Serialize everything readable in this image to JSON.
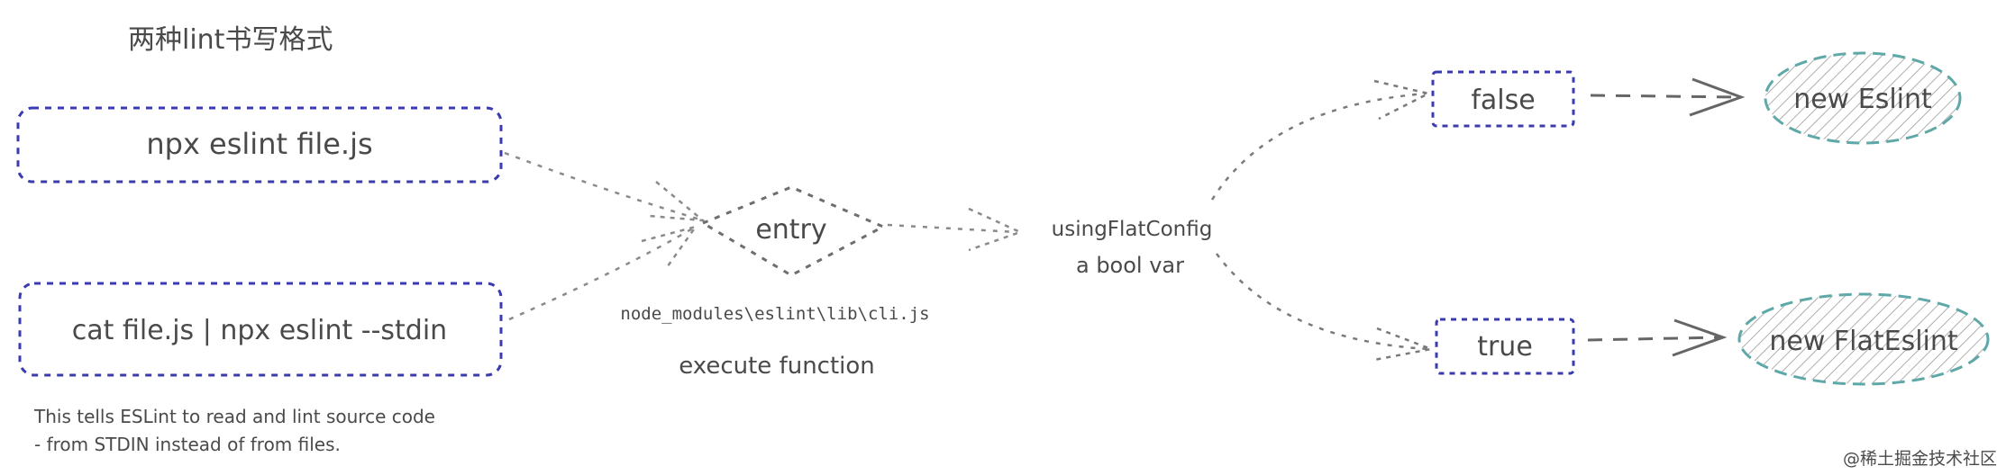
{
  "title": "两种lint书写格式",
  "commands": {
    "eslint_file": "npx eslint file.js",
    "eslint_stdin": "cat file.js | npx eslint --stdin"
  },
  "stdin_note": {
    "line1": "This tells ESLint to read and lint source code",
    "line2": "- from STDIN instead of from files."
  },
  "entry": {
    "label": "entry",
    "path": "node_modules\\eslint\\lib\\cli.js",
    "desc": "execute function"
  },
  "flag": {
    "name": "usingFlatConfig",
    "desc": "a bool var"
  },
  "branches": {
    "false_label": "false",
    "true_label": "true",
    "false_result": "new Eslint",
    "true_result": "new FlatEslint"
  },
  "watermark": "@稀土掘金技术社区",
  "colors": {
    "box_border": "#3b3bb0",
    "ellipse_border": "#5fa8a8",
    "accent": "#e8735a",
    "text": "#4a4a4a"
  }
}
